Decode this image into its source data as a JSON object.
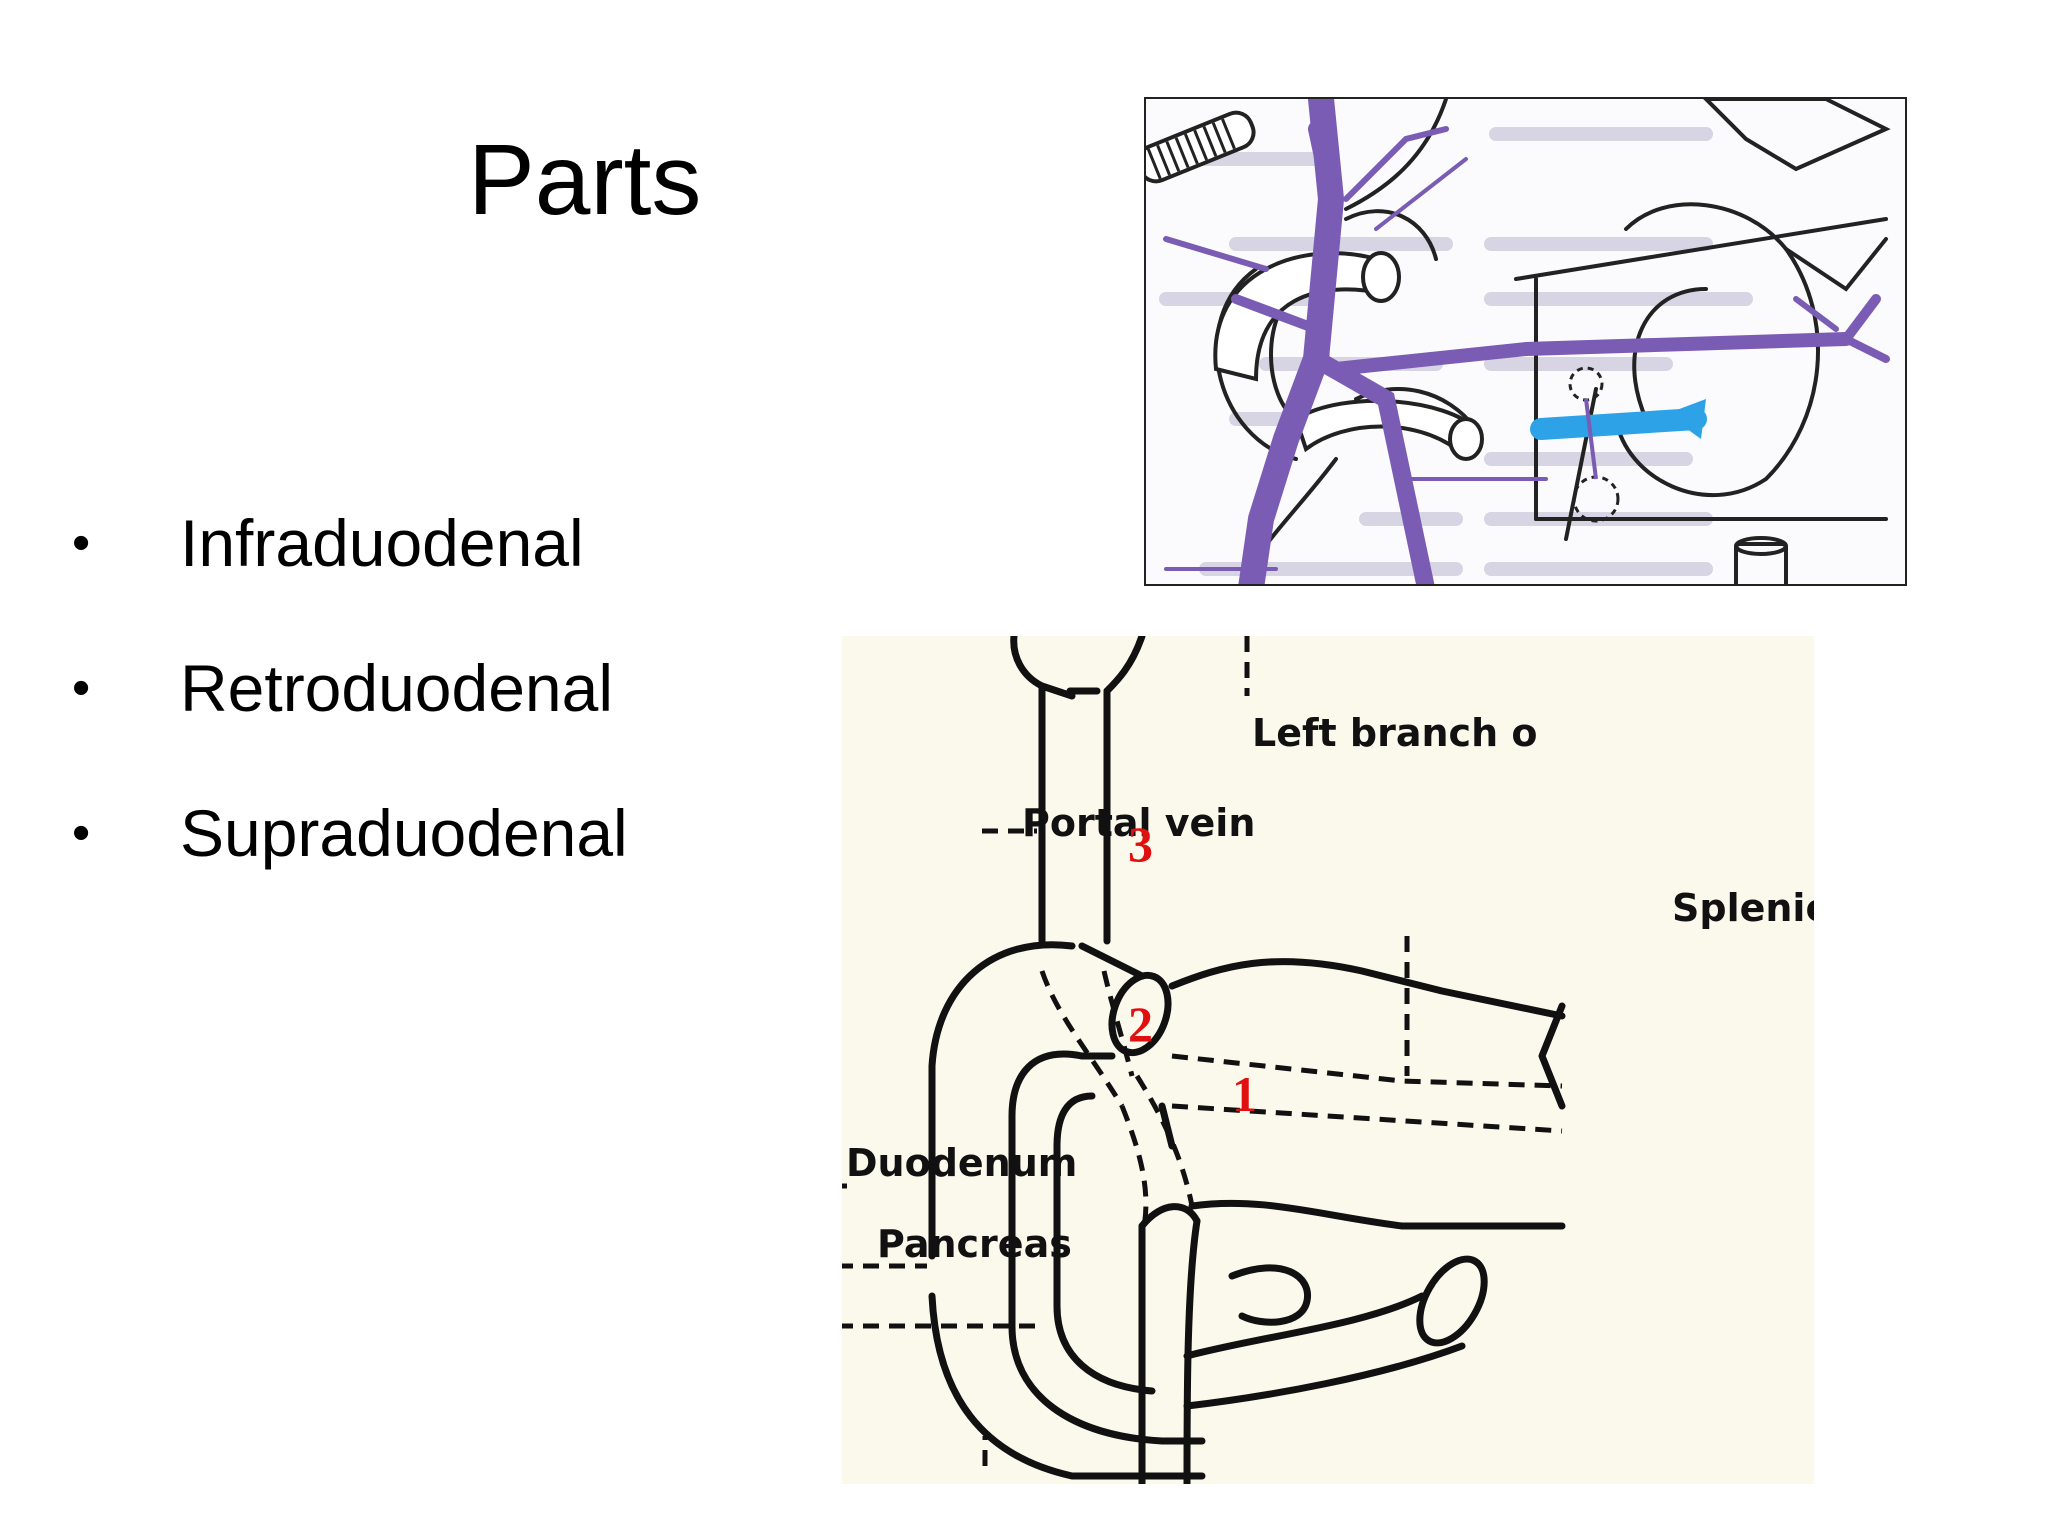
{
  "slide": {
    "title": "Parts",
    "bullets": [
      {
        "marker": "•",
        "text": "Infraduodenal"
      },
      {
        "marker": "•",
        "text": "Retroduodenal"
      },
      {
        "marker": "•",
        "text": "Supraduodenal"
      }
    ]
  },
  "figure_bottom": {
    "labels": {
      "left_branch": "Left branch o",
      "portal_vein": "Portal vein",
      "splenic": "Splenic",
      "duodenum": "Duodenum",
      "pancreas": "Pancreas"
    },
    "numbers": {
      "one": "1",
      "two": "2",
      "three": "3"
    }
  },
  "colors": {
    "vessel_purple": "#7a5cb4",
    "vessel_blue": "#2ea2e6",
    "marker_red": "#e01010",
    "figure_bg": "#fbf8ec"
  }
}
